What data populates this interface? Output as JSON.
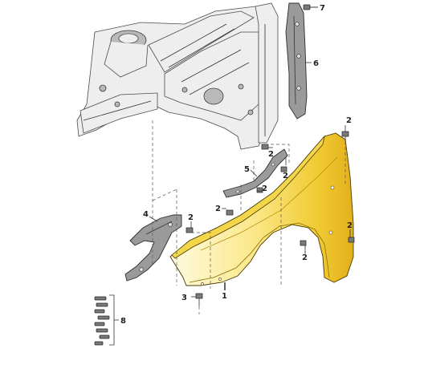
{
  "callouts": {
    "c1": "1",
    "c2a": "2",
    "c2b": "2",
    "c2c": "2",
    "c2d": "2",
    "c2e": "2",
    "c2f": "2",
    "c2g": "2",
    "c3": "3",
    "c4": "4",
    "c5": "5",
    "c6": "6",
    "c7": "7",
    "c8": "8"
  },
  "colors": {
    "fender_light": "#fff6c2",
    "fender_mid": "#f6d64a",
    "fender_dark": "#e1b21a",
    "outline": "#333333"
  }
}
